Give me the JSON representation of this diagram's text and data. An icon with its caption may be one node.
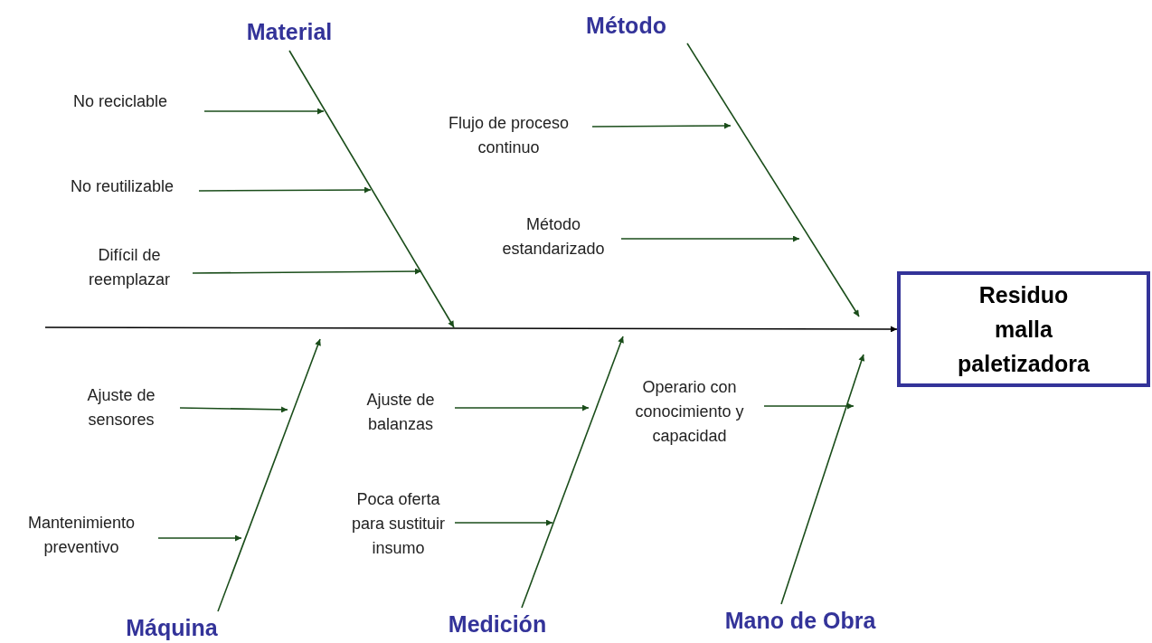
{
  "diagram": {
    "nodes": [
      {
        "text": [
          "Material"
        ]
      },
      {
        "text": [
          "Método"
        ]
      },
      {
        "text": [
          "No reciclable"
        ]
      },
      {
        "text": [
          "Flujo de proceso continuo"
        ]
      },
      {
        "text": [
          "No reutilizable"
        ]
      },
      {
        "text": [
          "Método estandarizado"
        ]
      },
      {
        "text": [
          "Difícil de reemplazar"
        ]
      },
      {
        "text": [
          "Residuo malla paletizadora"
        ]
      },
      {
        "text": [
          "Ajuste de sensores"
        ]
      },
      {
        "text": [
          "Ajuste de balanzas"
        ]
      },
      {
        "text": [
          "Operario con conocimiento y capacidad"
        ]
      },
      {
        "text": [
          "Mantenimiento preventivo"
        ]
      },
      {
        "text": [
          "Poca oferta para sustituir insumo"
        ]
      },
      {
        "text": [
          "Máquina"
        ]
      },
      {
        "text": [
          "Medición"
        ]
      },
      {
        "text": [
          "Mano de Obra"
        ]
      }
    ],
    "edges": [
      {
        "from": null,
        "to": 7,
        "arrow": "to",
        "color": "#000000"
      },
      {
        "from": 0,
        "to": null,
        "arrow": "to"
      },
      {
        "from": 1,
        "to": null,
        "arrow": "to"
      },
      {
        "from": 13,
        "to": null,
        "arrow": "to"
      },
      {
        "from": 14,
        "to": null,
        "arrow": "to"
      },
      {
        "from": 15,
        "to": null,
        "arrow": "to"
      },
      {
        "from": 2,
        "to": null,
        "arrow": "to"
      },
      {
        "from": 4,
        "to": null,
        "arrow": "to"
      },
      {
        "from": 6,
        "to": null,
        "arrow": "to"
      },
      {
        "from": 3,
        "to": null,
        "arrow": "to"
      },
      {
        "from": 5,
        "to": null,
        "arrow": "to"
      },
      {
        "from": 8,
        "to": null,
        "arrow": "to"
      },
      {
        "from": 11,
        "to": null,
        "arrow": "to"
      },
      {
        "from": 9,
        "to": null,
        "arrow": "to"
      },
      {
        "from": 12,
        "to": null,
        "arrow": "to"
      },
      {
        "from": 10,
        "to": null,
        "arrow": "to"
      }
    ]
  }
}
